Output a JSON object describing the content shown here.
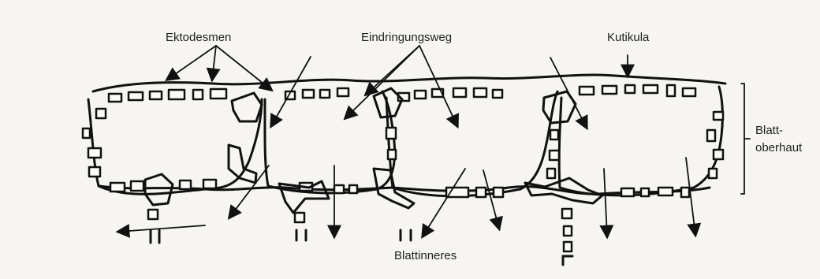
{
  "labels": {
    "ektodesmen": "Ektodesmen",
    "eindringungsweg": "Eindringungsweg",
    "kutikula": "Kutikula",
    "blatt": "Blatt-",
    "oberhaut": "oberhaut",
    "blattinneres": "Blattinneres"
  },
  "colors": {
    "ink": "#111111",
    "paper": "#f6f5f1"
  }
}
